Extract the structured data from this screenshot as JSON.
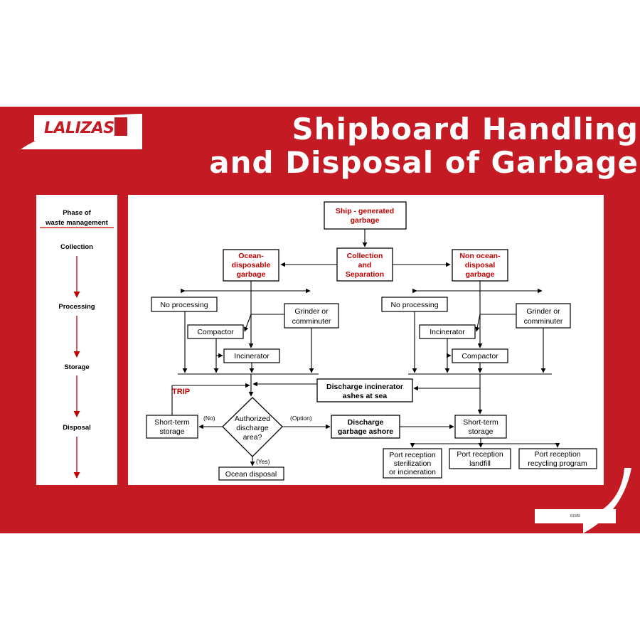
{
  "title": {
    "line1": "Shipboard Handling",
    "line2": "and Disposal of Garbage"
  },
  "logo": {
    "text": "LALIZAS"
  },
  "phase": {
    "header": [
      "Phase of",
      "waste management"
    ],
    "items": [
      "Collection",
      "Processing",
      "Storage",
      "Disposal"
    ]
  },
  "nodes": {
    "ship_generated": [
      "Ship - generated",
      "garbage"
    ],
    "collection_separation": [
      "Collection",
      "and",
      "Separation"
    ],
    "ocean_disposable": [
      "Ocean-",
      "disposable",
      "garbage"
    ],
    "non_ocean_disposal": [
      "Non ocean-",
      "disposal",
      "garbage"
    ],
    "no_processing_left": "No processing",
    "grinder_left": [
      "Grinder or",
      "comminuter"
    ],
    "compactor_left": "Compactor",
    "incinerator_left": "Incinerator",
    "no_processing_right": "No processing",
    "grinder_right": [
      "Grinder or",
      "comminuter"
    ],
    "incinerator_right": "Incinerator",
    "compactor_right": "Compactor",
    "discharge_ashes": [
      "Discharge incinerator",
      "ashes at sea"
    ],
    "trip": "TRIP",
    "short_term_left": [
      "Short-term",
      "storage"
    ],
    "authorized_area": [
      "Authorized",
      "discharge",
      "area?"
    ],
    "no_label": "(No)",
    "option_label": "(Option)",
    "yes_label": "(Yes)",
    "discharge_ashore": [
      "Discharge",
      "garbage ashore"
    ],
    "short_term_right": [
      "Short-term",
      "storage"
    ],
    "ocean_disposal": "Ocean disposal",
    "port_sterilization": [
      "Port reception",
      "sterilization",
      "or incineration"
    ],
    "port_landfill": [
      "Port reception",
      "landfill"
    ],
    "port_recycling": [
      "Port reception",
      "recycling program"
    ]
  },
  "code": "81589",
  "colors": {
    "brand_red": "#c41a24",
    "text_red": "#c00000",
    "ink": "#000000",
    "white": "#ffffff"
  }
}
